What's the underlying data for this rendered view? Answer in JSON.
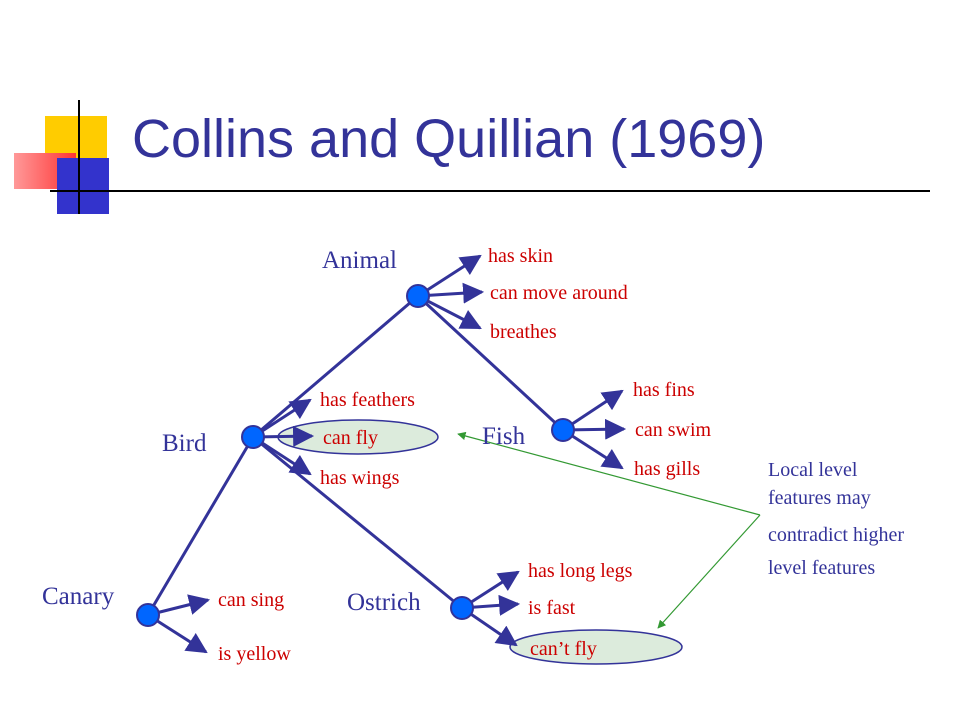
{
  "title": "Collins and Quillian (1969)",
  "colors": {
    "title": "#333399",
    "line": "#333399",
    "node": "#0066ff",
    "property": "#cc0000",
    "highlight_fill": "#dcebdc",
    "annotation_arrow": "#339933"
  },
  "nodes": {
    "animal": "Animal",
    "bird": "Bird",
    "fish": "Fish",
    "canary": "Canary",
    "ostrich": "Ostrich"
  },
  "properties": {
    "animal": [
      "has skin",
      "can move around",
      "breathes"
    ],
    "bird": [
      "has feathers",
      "can fly",
      "has wings"
    ],
    "fish": [
      "has fins",
      "can swim",
      "has gills"
    ],
    "canary": [
      "can sing",
      "is yellow"
    ],
    "ostrich": [
      "has long legs",
      "is fast",
      "can’t fly"
    ]
  },
  "annotation": [
    "Local level",
    "features may",
    "contradict higher",
    "level features"
  ]
}
